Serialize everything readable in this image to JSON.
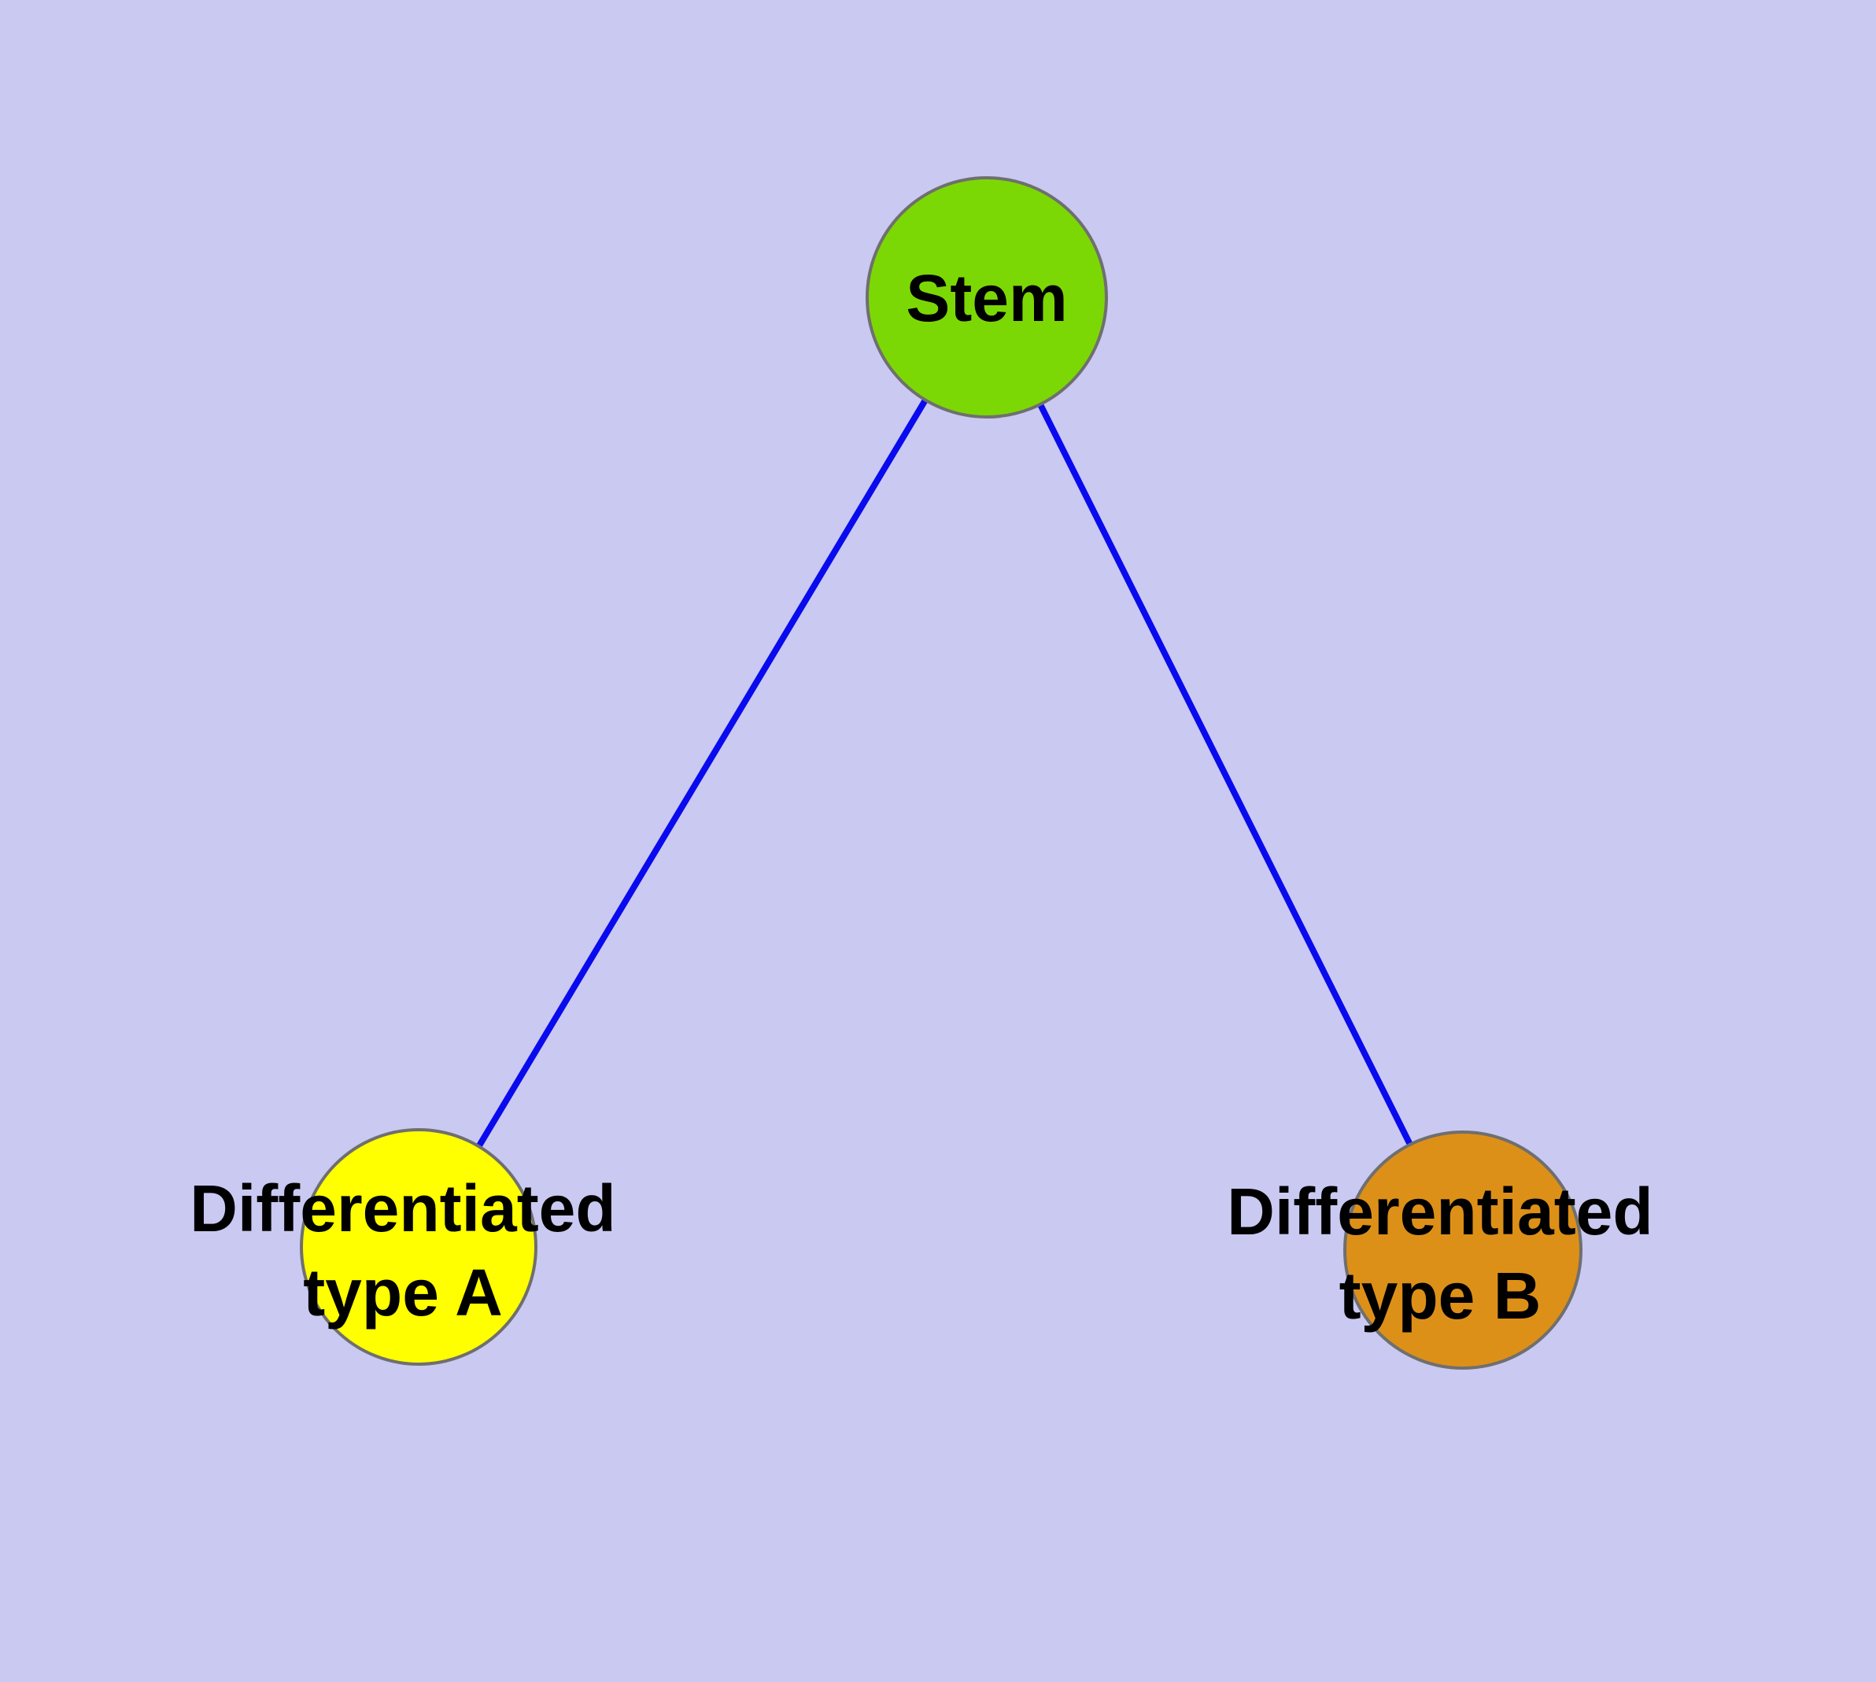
{
  "background_color": "#c9c9f2",
  "diagram": {
    "type": "node-link-graph",
    "edge_color": "#0a0aee",
    "node_border_color": "#6f6f6f",
    "nodes": {
      "stem": {
        "label": "Stem",
        "color": "#7cd804"
      },
      "typeA": {
        "label_line1": "Differentiated",
        "label_line2": "type A",
        "color": "#ffff00"
      },
      "typeB": {
        "label_line1": "Differentiated",
        "label_line2": "type B",
        "color": "#dd9018"
      }
    },
    "edges": [
      {
        "from": "Stem",
        "to": "Differentiated type A"
      },
      {
        "from": "Stem",
        "to": "Differentiated type B"
      }
    ]
  }
}
